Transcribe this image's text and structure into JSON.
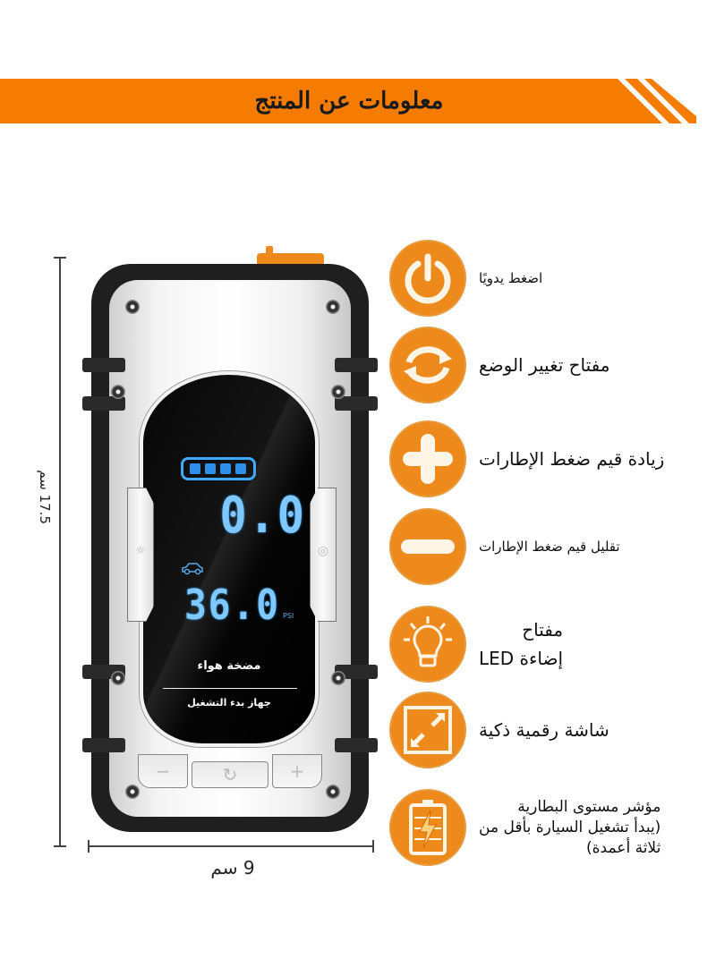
{
  "header": {
    "title": "معلومات عن المنتج",
    "accent_color": "#f57c00"
  },
  "dimensions": {
    "height_label": "17.5 سم",
    "width_label": "9 سم"
  },
  "device": {
    "battery_bars": 4,
    "top_reading": "0.0",
    "bottom_reading": "36.0",
    "unit": "PSI",
    "screen_title": "مضخة هواء",
    "screen_subtitle": "جهاز بدء التشغيل",
    "left_button_glyph": "☼",
    "right_button_glyph": "◎",
    "bottom_buttons": [
      "−",
      "↻",
      "+"
    ]
  },
  "features": [
    {
      "icon": "power-icon",
      "text": "اضغط يدويًا"
    },
    {
      "icon": "refresh-icon",
      "text": "مفتاح تغيير الوضع"
    },
    {
      "icon": "plus-icon",
      "text": "زيادة قيم ضغط الإطارات"
    },
    {
      "icon": "minus-icon",
      "text": "تقليل قيم ضغط الإطارات"
    },
    {
      "icon": "lightbulb-icon",
      "line1": "مفتاح",
      "line2": "إضاءة LED"
    },
    {
      "icon": "expand-icon",
      "text": "شاشة رقمية ذكية"
    },
    {
      "icon": "battery-icon",
      "line1": "مؤشر مستوى البطارية",
      "line2": "(يبدأ تشغيل السيارة بأقل من",
      "line3": "ثلاثة أعمدة)"
    }
  ]
}
